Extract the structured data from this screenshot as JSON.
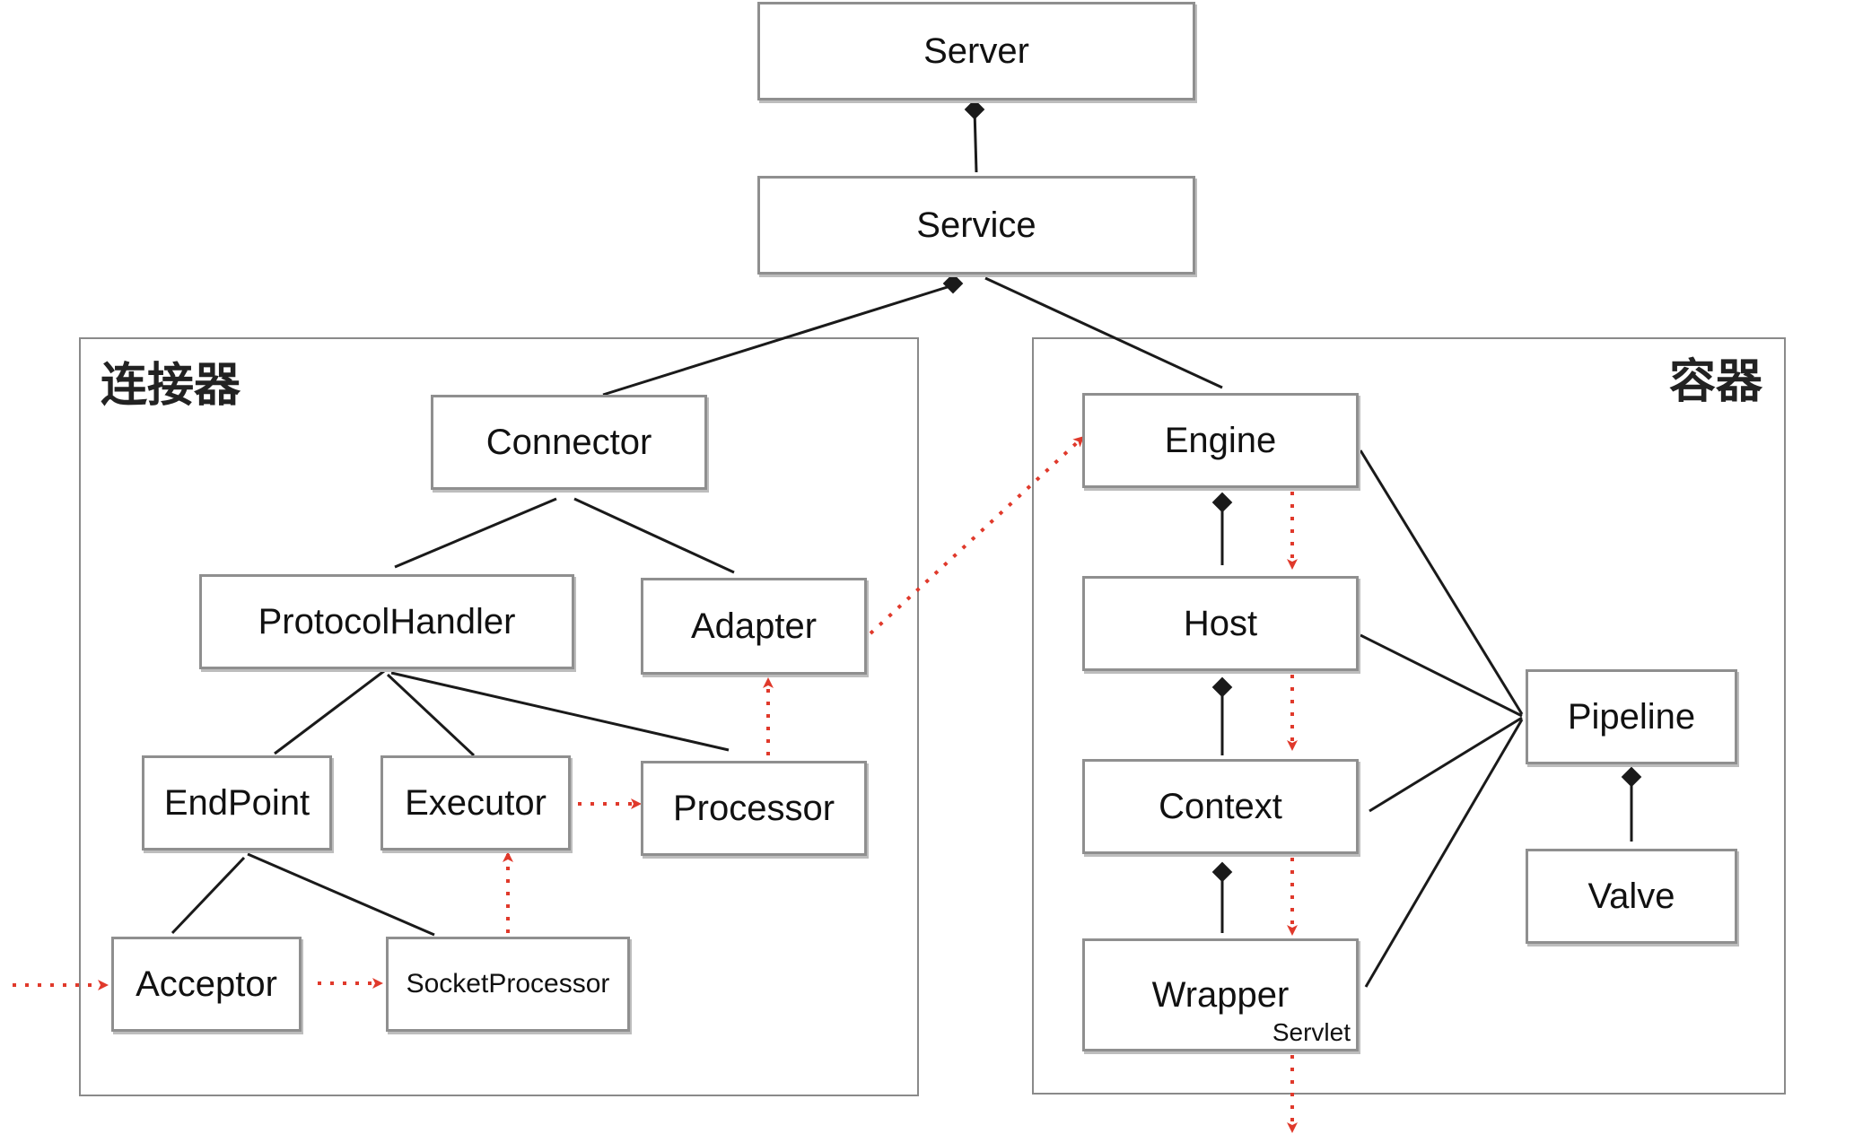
{
  "groups": {
    "connector": {
      "label": "连接器"
    },
    "container": {
      "label": "容器"
    }
  },
  "nodes": {
    "server": "Server",
    "service": "Service",
    "connector": "Connector",
    "protocol_handler": "ProtocolHandler",
    "adapter": "Adapter",
    "endpoint": "EndPoint",
    "executor": "Executor",
    "processor": "Processor",
    "acceptor": "Acceptor",
    "socket_processor": "SocketProcessor",
    "engine": "Engine",
    "host": "Host",
    "context": "Context",
    "wrapper": "Wrapper",
    "wrapper_sub": "Servlet",
    "pipeline": "Pipeline",
    "valve": "Valve"
  },
  "colors": {
    "flow_arrow": "#e0392b",
    "structure_line": "#1a1a1a",
    "box_border": "#8f8f8f"
  }
}
